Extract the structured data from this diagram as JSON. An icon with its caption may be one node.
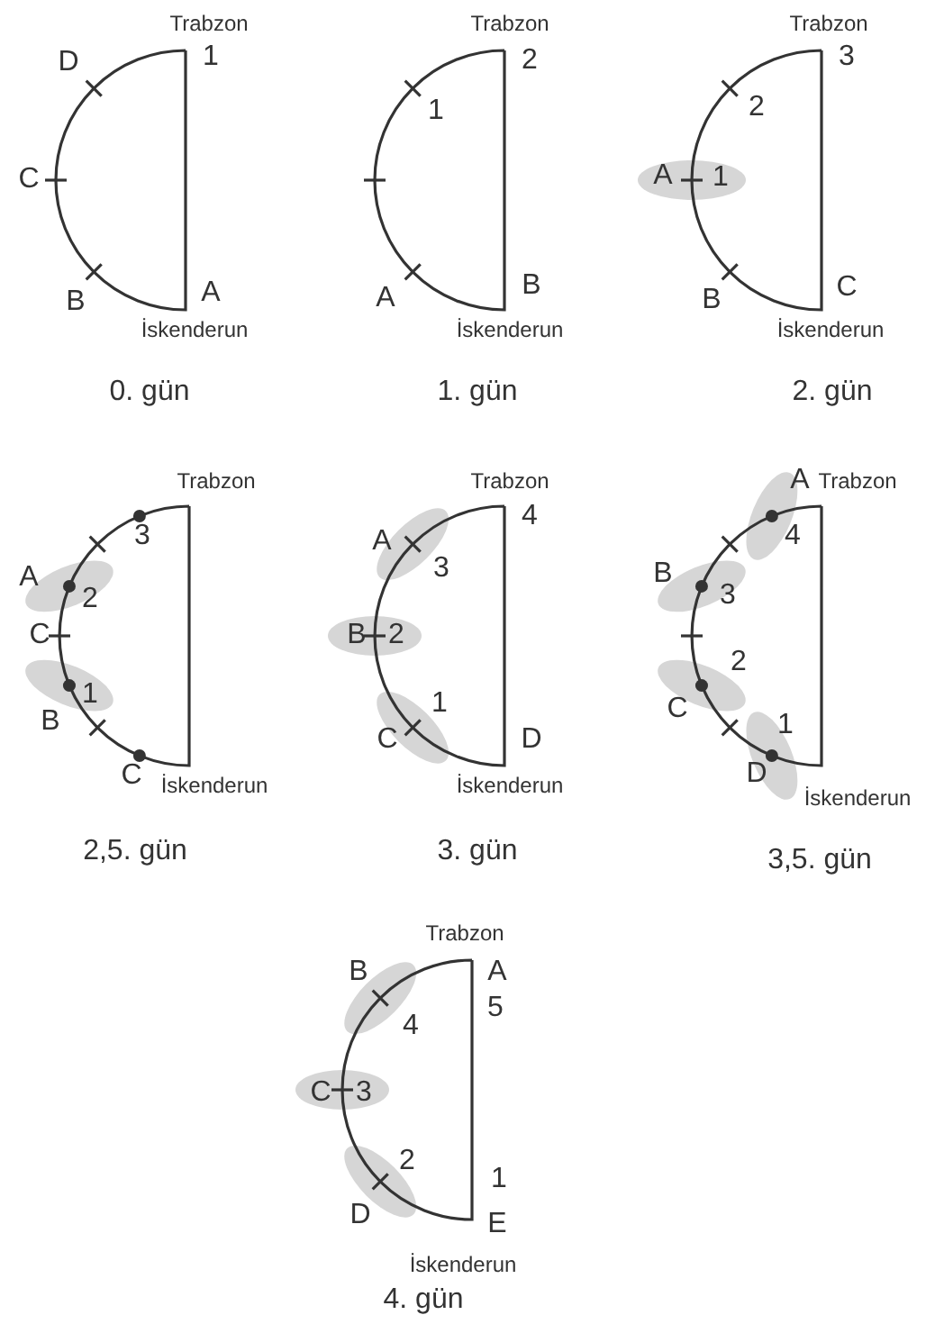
{
  "diagram": {
    "labels": [
      "Trabzon",
      "D",
      "1",
      "C",
      "B",
      "A",
      "İskenderun",
      "0. gün",
      "Trabzon",
      "2",
      "1",
      "A",
      "B",
      "İskenderun",
      "1. gün",
      "Trabzon",
      "3",
      "2",
      "A",
      "1",
      "B",
      "C",
      "İskenderun",
      "2. gün",
      "Trabzon",
      "3",
      "A",
      "2",
      "C",
      "1",
      "B",
      "C",
      "İskenderun",
      "2,5. gün",
      "Trabzon",
      "4",
      "A",
      "3",
      "B",
      "2",
      "1",
      "C",
      "D",
      "İskenderun",
      "3. gün",
      "A",
      "Trabzon",
      "4",
      "B",
      "3",
      "2",
      "C",
      "1",
      "D",
      "İskenderun",
      "3,5. gün",
      "Trabzon",
      "B",
      "A",
      "5",
      "4",
      "C",
      "3",
      "2",
      "D",
      "1",
      "E",
      "İskenderun",
      "4. gün"
    ]
  }
}
